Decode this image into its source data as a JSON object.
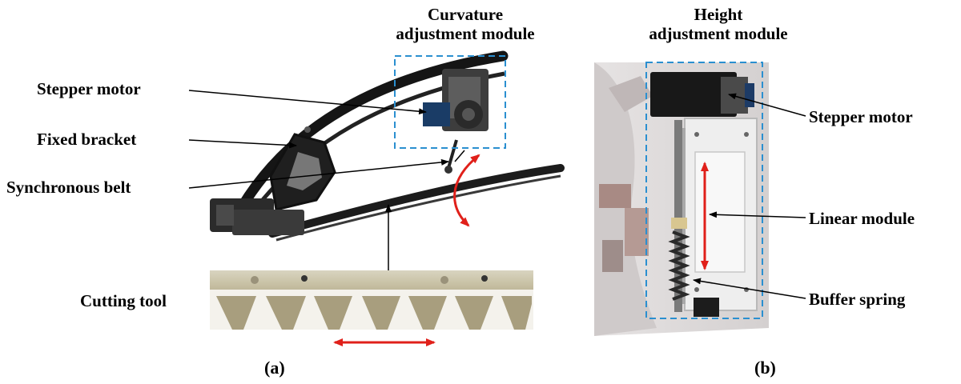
{
  "panel_a": {
    "title_line1": "Curvature",
    "title_line2": "adjustment module",
    "labels": {
      "stepper_motor": "Stepper motor",
      "fixed_bracket": "Fixed bracket",
      "synchronous_belt": "Synchronous belt",
      "cutting_tool": "Cutting tool"
    },
    "caption": "(a)"
  },
  "panel_b": {
    "title_line1": "Height",
    "title_line2": "adjustment module",
    "labels": {
      "stepper_motor": "Stepper motor",
      "linear_module": "Linear module",
      "buffer_spring": "Buffer spring"
    },
    "caption": "(b)"
  },
  "colors": {
    "callout_box": "#2a8fd0",
    "motion_arrow": "#e0201a",
    "leader_line": "#000000"
  }
}
